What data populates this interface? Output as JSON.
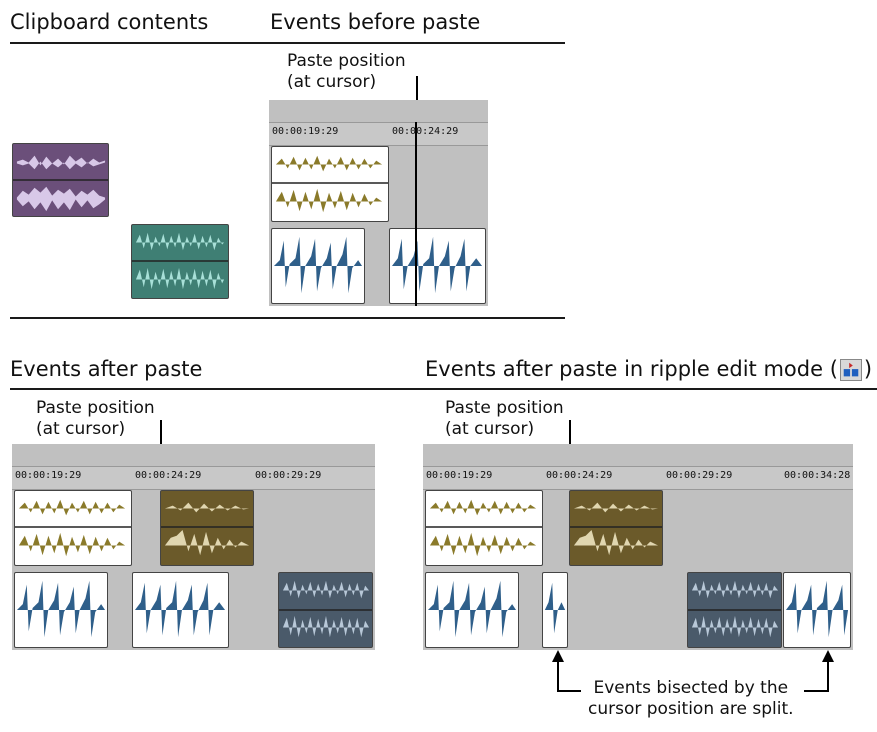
{
  "headings": {
    "clipboard": "Clipboard contents",
    "before": "Events before paste",
    "after": "Events after paste",
    "ripple": "Events after paste in ripple edit mode (",
    "ripple_close": ")"
  },
  "callouts": {
    "paste_before": "Paste position\n(at cursor)",
    "paste_after": "Paste position\n(at cursor)",
    "paste_ripple": "Paste position\n(at cursor)",
    "split_note": "Events bisected by the\ncursor position are split."
  },
  "rulers": {
    "before": [
      "00:00:19:29",
      "00:00:24:29"
    ],
    "after": [
      "00:00:19:29",
      "00:00:24:29",
      "00:00:29:29"
    ],
    "ripple": [
      "00:00:19:29",
      "00:00:24:29",
      "00:00:29:29",
      "00:00:34:28"
    ]
  },
  "colors": {
    "purple_event": "#6b4f7a",
    "purple_wave": "#d8c8e8",
    "teal_event": "#3f7f74",
    "teal_wave": "#a8e0d8",
    "olive_wave": "#8a7a2a",
    "olive_event": "#6b5a2a",
    "olive_wave_light": "#e0d6b0",
    "blue_wave": "#2f5f8a",
    "slate_event": "#4a5a6a",
    "slate_wave": "#b8c8d8",
    "panel": "#c0c0c0"
  },
  "icons": {
    "ripple_edit": "ripple-edit-icon"
  }
}
